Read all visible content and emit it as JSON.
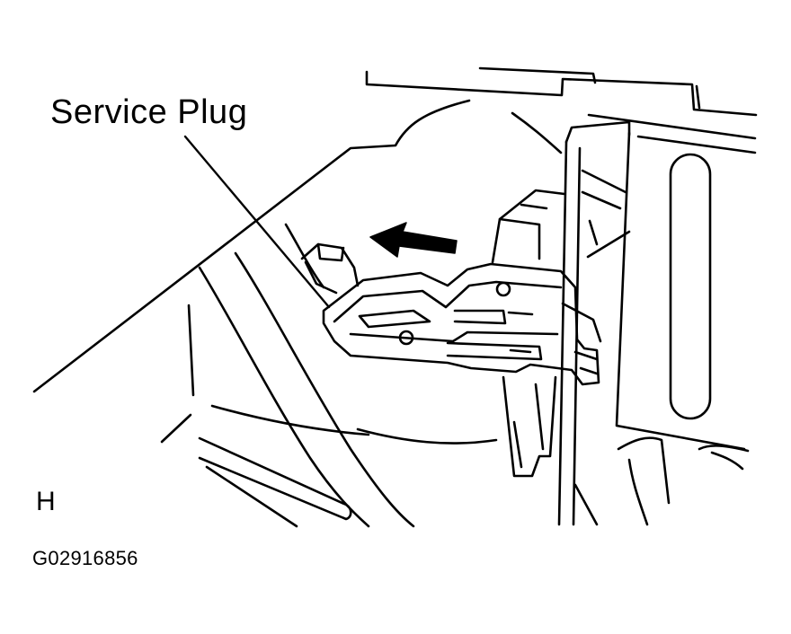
{
  "diagram": {
    "callout_label": "Service Plug",
    "side_mark": "H",
    "figure_id": "G02916856",
    "direction_arrow_icon": "arrow-left-icon",
    "line_color": "#000000",
    "background_color": "#ffffff"
  }
}
